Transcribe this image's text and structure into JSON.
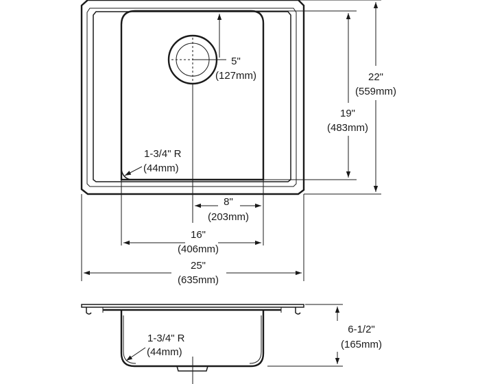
{
  "dimensions": {
    "drain_offset": {
      "inches": "5\"",
      "mm": "(127mm)"
    },
    "overall_depth": {
      "inches": "22\"",
      "mm": "(559mm)"
    },
    "bowl_depth": {
      "inches": "19\"",
      "mm": "(483mm)"
    },
    "corner_radius_top": {
      "inches": "1-3/4\" R",
      "mm": "(44mm)"
    },
    "drain_center": {
      "inches": "8\"",
      "mm": "(203mm)"
    },
    "bowl_width": {
      "inches": "16\"",
      "mm": "(406mm)"
    },
    "overall_width": {
      "inches": "25\"",
      "mm": "(635mm)"
    },
    "corner_radius_side": {
      "inches": "1-3/4\" R",
      "mm": "(44mm)"
    },
    "sink_height": {
      "inches": "6-1/2\"",
      "mm": "(165mm)"
    }
  }
}
